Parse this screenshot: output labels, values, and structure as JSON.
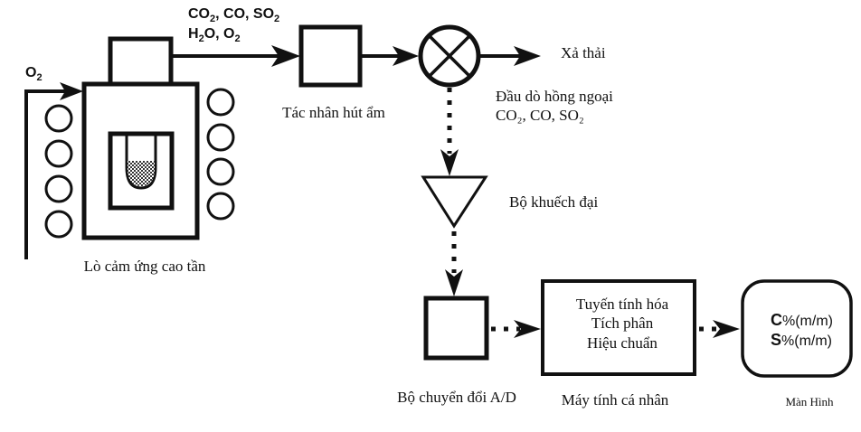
{
  "diagram": {
    "title": "Carbon/Sulfur analyzer flow diagram",
    "inlet_gas": {
      "label_main": "O",
      "label_sub": "2"
    },
    "combustion_gases": {
      "line1": [
        {
          "main": "CO",
          "sub": "2"
        },
        {
          "main": ", CO, SO",
          "sub": "2"
        }
      ],
      "line2": [
        {
          "main": "H",
          "sub": "2"
        },
        {
          "main": "O, O",
          "sub": "2"
        }
      ]
    },
    "components": {
      "furnace": {
        "label": "Lò cảm ứng cao tần"
      },
      "dryer": {
        "label": "Tác nhân hút ẩm"
      },
      "detector": {
        "label_line1": "Đầu dò hồng ngoại",
        "label_line2": "CO₂, CO, SO₂"
      },
      "exhaust": {
        "label": "Xả thải"
      },
      "amplifier": {
        "label": "Bộ khuếch đại"
      },
      "adc": {
        "label": "Bộ chuyển đổi A/D"
      },
      "computer": {
        "label": "Máy tính cá nhân",
        "functions": [
          "Tuyến tính hóa",
          "Tích phân",
          "Hiệu chuẩn"
        ]
      },
      "display": {
        "label": "Màn Hình",
        "readouts": [
          {
            "element": "C",
            "unit": "%(m/m)"
          },
          {
            "element": "S",
            "unit": "%(m/m)"
          }
        ]
      }
    },
    "colors": {
      "ink": "#111111",
      "background": "#ffffff",
      "crucible_fill": "#8a8a8a"
    }
  }
}
